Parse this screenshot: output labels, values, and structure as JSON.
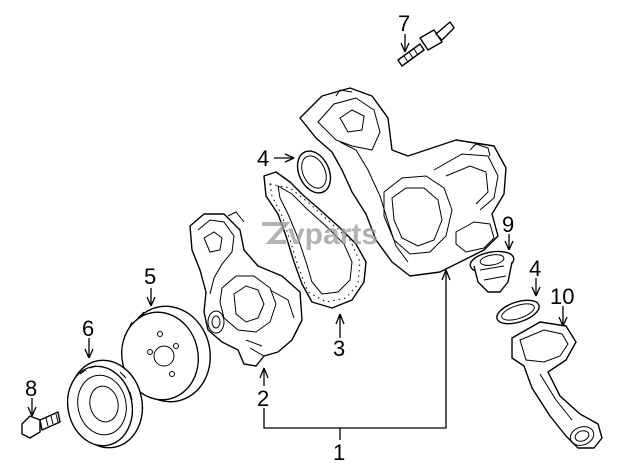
{
  "watermark": {
    "text": "vparts"
  },
  "callouts": {
    "c1": "1",
    "c2": "2",
    "c3": "3",
    "c4a": "4",
    "c4b": "4",
    "c5": "5",
    "c6": "6",
    "c7": "7",
    "c8": "8",
    "c9": "9",
    "c10": "10"
  },
  "colors": {
    "line": "#000000",
    "background": "#ffffff",
    "watermark": "#9a9a9a"
  }
}
